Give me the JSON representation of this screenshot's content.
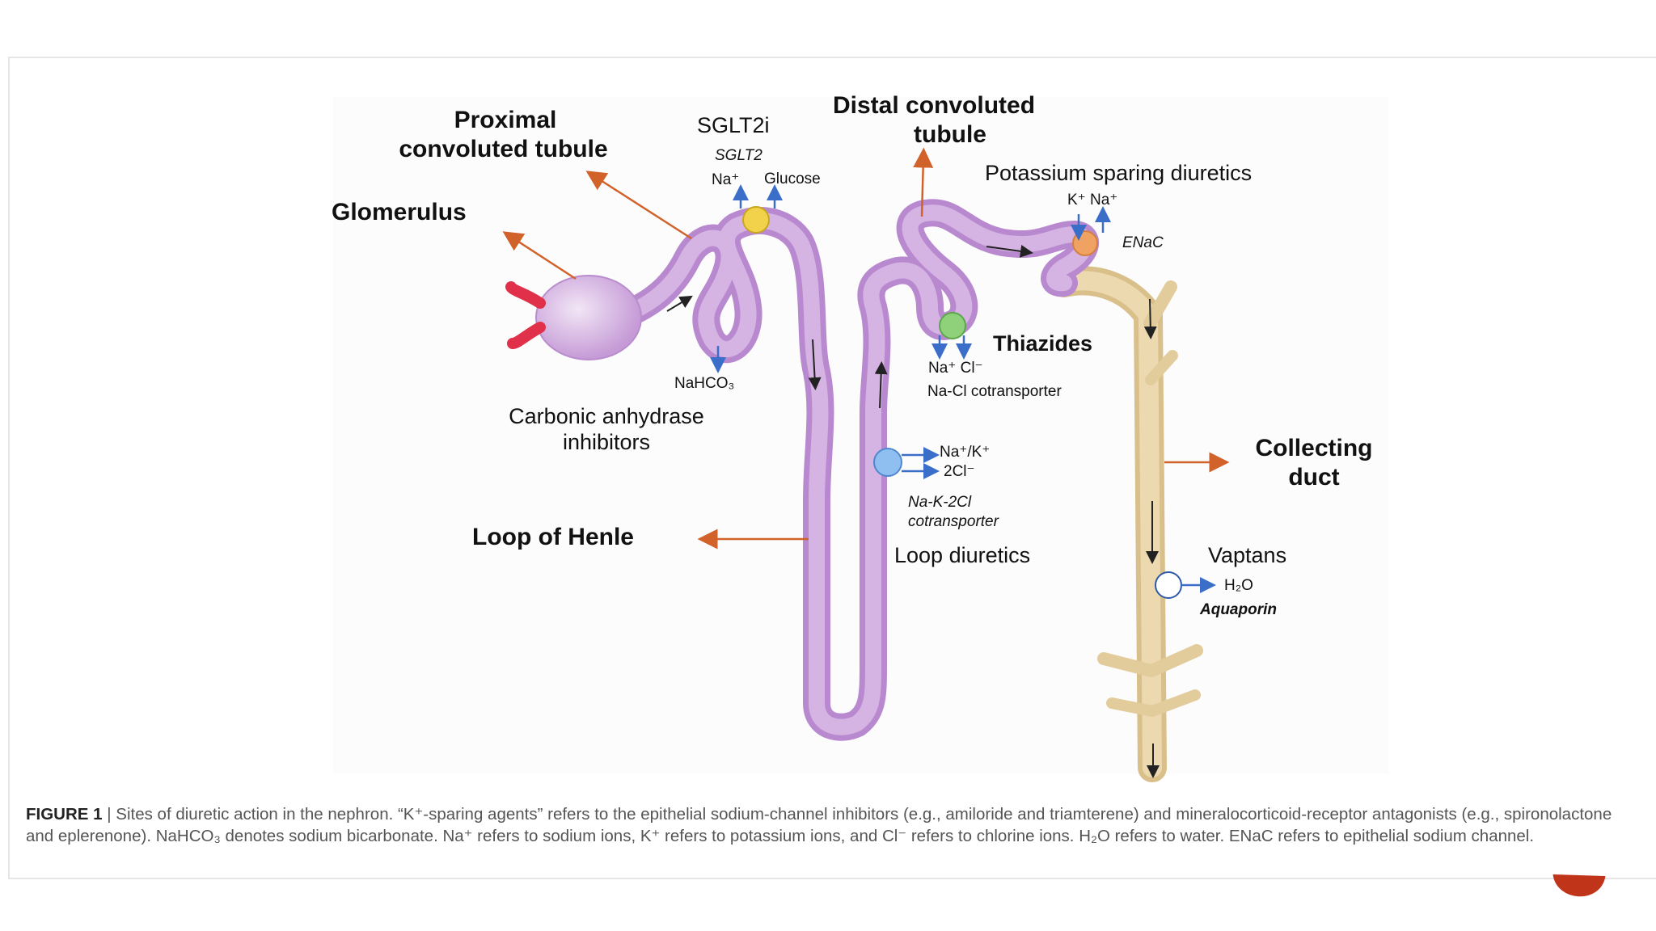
{
  "labels": {
    "proximal_line1": "Proximal",
    "proximal_line2": "convoluted tubule",
    "sglt2i": "SGLT2i",
    "sglt2": "SGLT2",
    "na_plus": "Na⁺",
    "glucose": "Glucose",
    "distal_line1": "Distal convoluted",
    "distal_line2": "tubule",
    "potassium_sparing": "Potassium sparing diuretics",
    "k_na": "K⁺ Na⁺",
    "enac": "ENaC",
    "glomerulus": "Glomerulus",
    "thiazides": "Thiazides",
    "na_cl_ions": "Na⁺ Cl⁻",
    "na_cl_cotransporter": "Na-Cl cotransporter",
    "nahco3": "NaHCO₃",
    "carbonic_line1": "Carbonic anhydrase",
    "carbonic_line2": "inhibitors",
    "na_k": "Na⁺/K⁺",
    "two_cl": "2Cl⁻",
    "nkcc_line1": "Na-K-2Cl",
    "nkcc_line2": "cotransporter",
    "loop_of_henle": "Loop of Henle",
    "loop_diuretics": "Loop diuretics",
    "collecting_line1": "Collecting",
    "collecting_line2": "duct",
    "vaptans": "Vaptans",
    "h2o": "H₂O",
    "aquaporin": "Aquaporin"
  },
  "caption": {
    "figure_label": "FIGURE 1",
    "text": "| Sites of diuretic action in the nephron. “K⁺-sparing agents” refers to the epithelial sodium-channel inhibitors (e.g., amiloride and triamterene) and mineralocorticoid-receptor antagonists (e.g., spironolactone and eplerenone). NaHCO₃ denotes sodium bicarbonate. Na⁺ refers to sodium ions, K⁺ refers to potassium ions, and Cl⁻ refers to chlorine ions. H₂O refers to water. ENaC refers to epithelial sodium channel."
  },
  "colors": {
    "nephron": "#c9a0d8",
    "collecting_duct": "#e3cc9c",
    "pointer_arrow": "#d0622a",
    "ion_arrow": "#3a6ec8",
    "sglt2_dot": "#f1d24a",
    "enac_dot": "#f0a262",
    "thiazide_dot": "#8fd07a",
    "nkcc_dot": "#8fbff0",
    "accent": "#c0341a"
  }
}
